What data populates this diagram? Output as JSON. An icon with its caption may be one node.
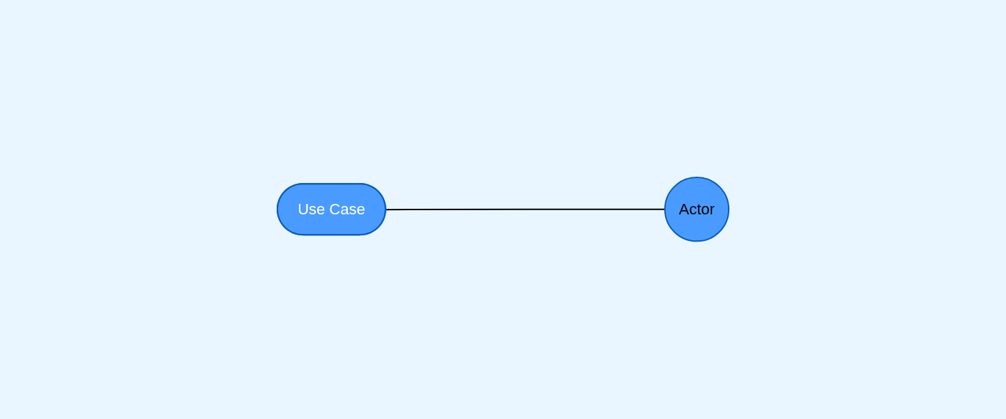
{
  "diagram": {
    "nodes": [
      {
        "text": [
          "Use Case"
        ]
      },
      {
        "text": [
          "Actor"
        ]
      }
    ],
    "edges": [
      {
        "from": 0,
        "to": 1,
        "arrow": "none"
      }
    ]
  }
}
